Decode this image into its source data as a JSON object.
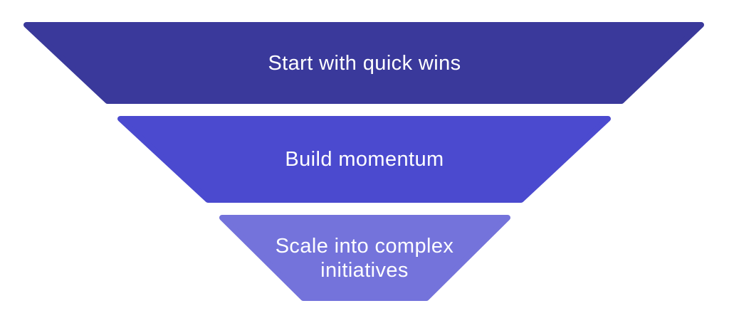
{
  "diagram": {
    "type": "inverted-pyramid-funnel",
    "background": "#FFFFFF",
    "text_color": "#FFFFFF",
    "levels": [
      {
        "label": "Start with quick wins",
        "color": "#3A399B"
      },
      {
        "label": "Build momentum",
        "color": "#4B4ACF"
      },
      {
        "label": "Scale into complex initiatives",
        "color": "#7473DB"
      }
    ]
  }
}
